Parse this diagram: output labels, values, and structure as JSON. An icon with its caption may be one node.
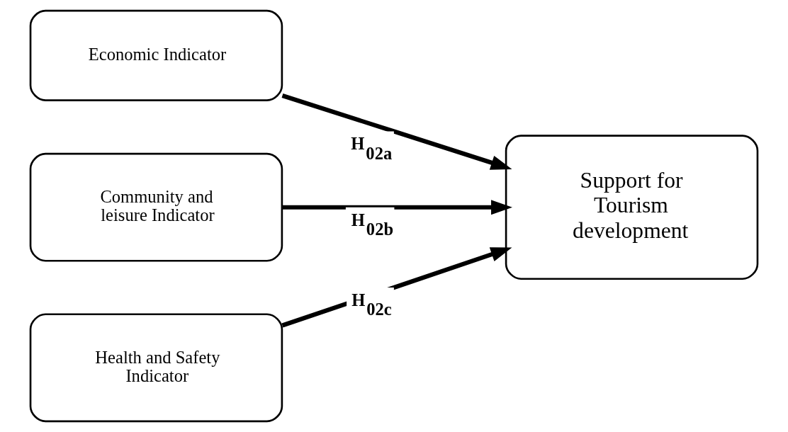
{
  "diagram": {
    "nodes": [
      {
        "text": [
          "Economic Indicator"
        ]
      },
      {
        "text": [
          "Community and leisure Indicator"
        ]
      },
      {
        "text": [
          "Health and Safety Indicator"
        ]
      },
      {
        "text": [
          "Support for Tourism development"
        ]
      }
    ],
    "edges": [
      {
        "from": 0,
        "to": 3,
        "arrow": "to",
        "label": "H$_{02a}$"
      },
      {
        "from": 1,
        "to": 3,
        "arrow": "to",
        "label": "H$_{02b}$"
      },
      {
        "from": 2,
        "to": 3,
        "arrow": "to",
        "label": "H$_{02c}$"
      }
    ]
  }
}
